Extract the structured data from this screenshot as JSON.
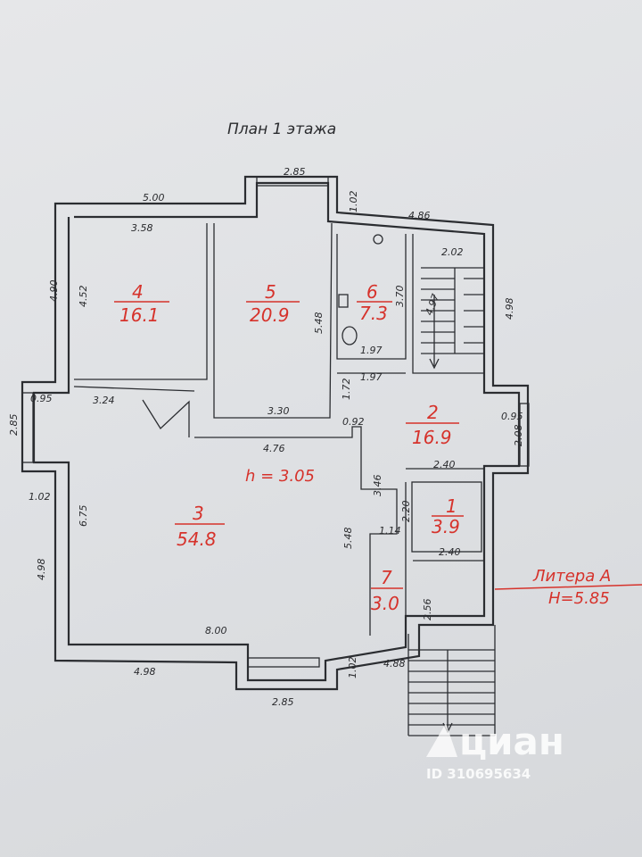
{
  "title": "План 1 этажа",
  "ceiling_height": "h = 3.05",
  "litera": {
    "label": "Литера А",
    "height": "H=5.85"
  },
  "rooms": [
    {
      "number": "1",
      "area": "3.9"
    },
    {
      "number": "2",
      "area": "16.9"
    },
    {
      "number": "3",
      "area": "54.8"
    },
    {
      "number": "4",
      "area": "16.1"
    },
    {
      "number": "5",
      "area": "20.9"
    },
    {
      "number": "6",
      "area": "7.3"
    },
    {
      "number": "7",
      "area": "3.0"
    }
  ],
  "dimensions": {
    "top_left": "5.00",
    "top_bay": "2.85",
    "top_bay_depth": "1.02",
    "top_right": "4.86",
    "room4_width": "3.58",
    "room4_height": "4.52",
    "left_upper": "4.90",
    "stair_width": "2.02",
    "room6_height": "3.70",
    "stair_len": "4.97",
    "right_upper": "4.98",
    "room5_height": "5.48",
    "wc_width_a": "1.97",
    "wc_width_b": "1.97",
    "left_bay_depth": "0.95",
    "hall_width": "3.24",
    "room5_width": "3.30",
    "corr_height": "1.72",
    "corr_width": "0.92",
    "right_bay_depth": "0.95",
    "right_bay_len": "2.08",
    "left_bay_len": "2.85",
    "room3_top": "4.76",
    "step_a": "3.46",
    "room1_width_top": "2.40",
    "left_bay_offset": "1.02",
    "room3_height": "6.75",
    "step_b": "2.20",
    "room3_right": "5.48",
    "step_c": "1.14",
    "room1_width_bottom": "2.40",
    "left_lower": "4.98",
    "room7_height": "2.56",
    "room3_bottom": "8.00",
    "bottom_left": "4.98",
    "bottom_bay_depth": "1.02",
    "bottom_right": "4.88",
    "bottom_bay": "2.85"
  },
  "watermark": {
    "brand": "циан",
    "id": "ID 310695634"
  }
}
